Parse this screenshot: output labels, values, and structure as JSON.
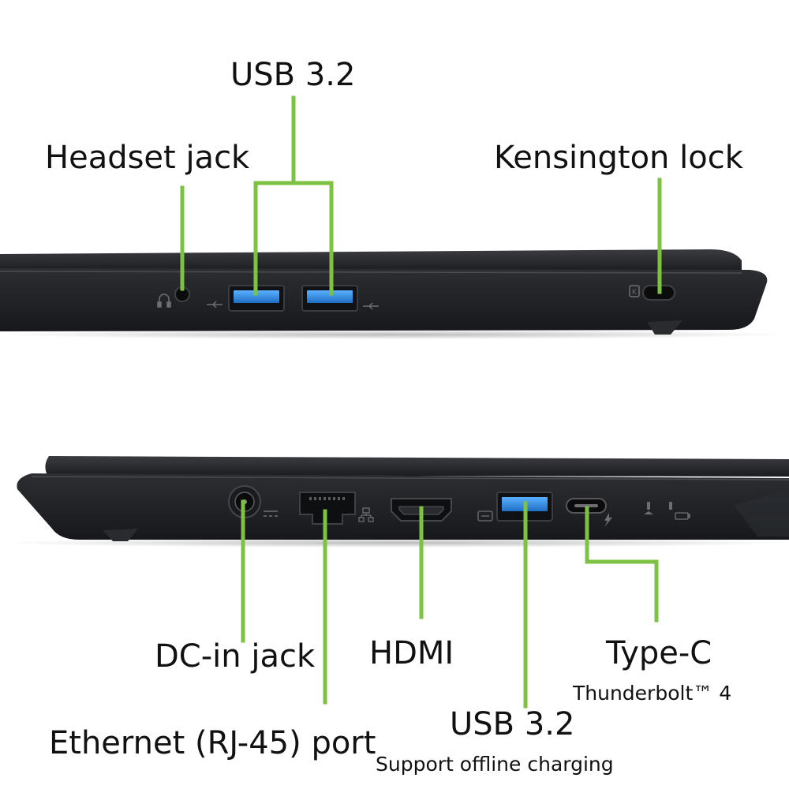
{
  "top_view": {
    "labels": {
      "usb": "USB 3.2",
      "headset": "Headset jack",
      "kensington": "Kensington lock"
    }
  },
  "bottom_view": {
    "labels": {
      "dc_in": "DC-in jack",
      "ethernet": "Ethernet (RJ-45) port",
      "hdmi": "HDMI",
      "usb": "USB 3.2",
      "usb_note": "Support offline charging",
      "typec": "Type-C",
      "typec_note": "Thunderbolt™ 4"
    }
  },
  "colors": {
    "callout": "#7dc242",
    "laptop_body": "#1c1d20",
    "usb_blue": "#2f8fe0"
  },
  "icons": [
    "headset-icon",
    "usb-icon",
    "kensington-icon",
    "power-icon",
    "ethernet-icon",
    "usb-charge-icon",
    "thunderbolt-icon",
    "status-led-icon",
    "battery-icon"
  ]
}
